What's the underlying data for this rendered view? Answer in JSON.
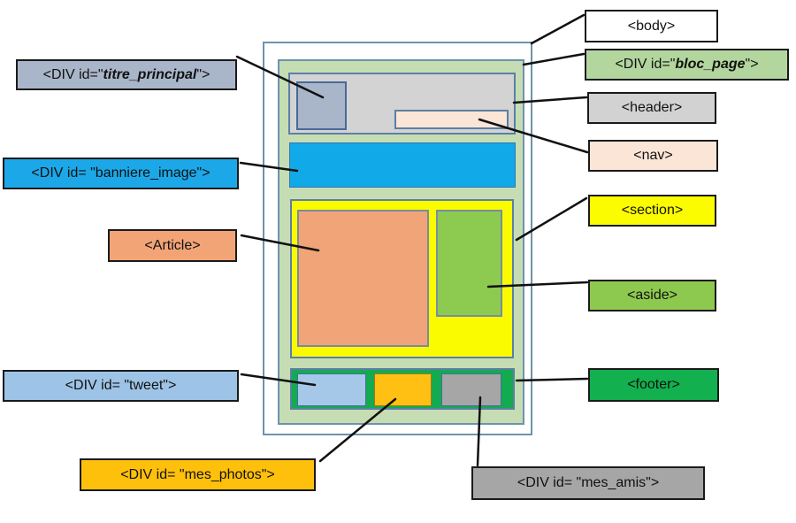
{
  "diagram": {
    "description": "HTML5 semantic page layout diagram with callout labels",
    "labels": {
      "titre_principal": {
        "pre": "<DIV id=\"",
        "em": "titre_principal",
        "post": "\">",
        "color": "#a9b5c9"
      },
      "banniere_image": {
        "pre": "<DIV id= \"banniere_image\">",
        "em": "",
        "post": "",
        "color": "#1ca8e8"
      },
      "article": {
        "pre": "<Article>",
        "em": "",
        "post": "",
        "color": "#f2a477"
      },
      "tweet": {
        "pre": "<DIV id= \"tweet\">",
        "em": "",
        "post": "",
        "color": "#9dc3e6"
      },
      "mes_photos": {
        "pre": "<DIV id= \"mes_photos\">",
        "em": "",
        "post": "",
        "color": "#ffc00c"
      },
      "body": {
        "pre": "<body>",
        "em": "",
        "post": "",
        "color": "#ffffff"
      },
      "bloc_page": {
        "pre": "<DIV id=\"",
        "em": "bloc_page",
        "post": "\">",
        "color": "#b2d69e"
      },
      "header": {
        "pre": "<header>",
        "em": "",
        "post": "",
        "color": "#d2d2d2"
      },
      "nav": {
        "pre": "<nav>",
        "em": "",
        "post": "",
        "color": "#fbe5d6"
      },
      "section": {
        "pre": "<section>",
        "em": "",
        "post": "",
        "color": "#fcfc00"
      },
      "aside": {
        "pre": "<aside>",
        "em": "",
        "post": "",
        "color": "#8dc94e"
      },
      "footer": {
        "pre": "<footer>",
        "em": "",
        "post": "",
        "color": "#12b04e"
      },
      "mes_amis": {
        "pre": "<DIV id= \"mes_amis\">",
        "em": "",
        "post": "",
        "color": "#a6a6a6"
      }
    },
    "wireframe_regions": [
      {
        "name": "body",
        "fill": "#ffffff",
        "border": "#6c93ae"
      },
      {
        "name": "bloc_page",
        "fill": "#c6ddb4",
        "border": "#6c93ae"
      },
      {
        "name": "header",
        "fill": "#d3d3d3",
        "border": "#5b7fa6"
      },
      {
        "name": "titre_principal",
        "fill": "#a9b5c9",
        "border": "#47699c"
      },
      {
        "name": "nav",
        "fill": "#fbe5d6",
        "border": "#5b7fa6"
      },
      {
        "name": "banniere_image",
        "fill": "#12a9e8",
        "border": "#2e75b6"
      },
      {
        "name": "section",
        "fill": "#fbfb00",
        "border": "#5b7fa6"
      },
      {
        "name": "article",
        "fill": "#f0a478",
        "border": "#7a8ca0"
      },
      {
        "name": "aside",
        "fill": "#8dcb50",
        "border": "#7a8ca0"
      },
      {
        "name": "footer",
        "fill": "#13aa50",
        "border": "#5b7fa6"
      },
      {
        "name": "tweet",
        "fill": "#a5c8e9",
        "border": "#41719c"
      },
      {
        "name": "mes_photos",
        "fill": "#ffc013",
        "border": "#9c7a1e"
      },
      {
        "name": "mes_amis",
        "fill": "#a6a6a6",
        "border": "#41719c"
      }
    ],
    "line_color": "#111111"
  }
}
